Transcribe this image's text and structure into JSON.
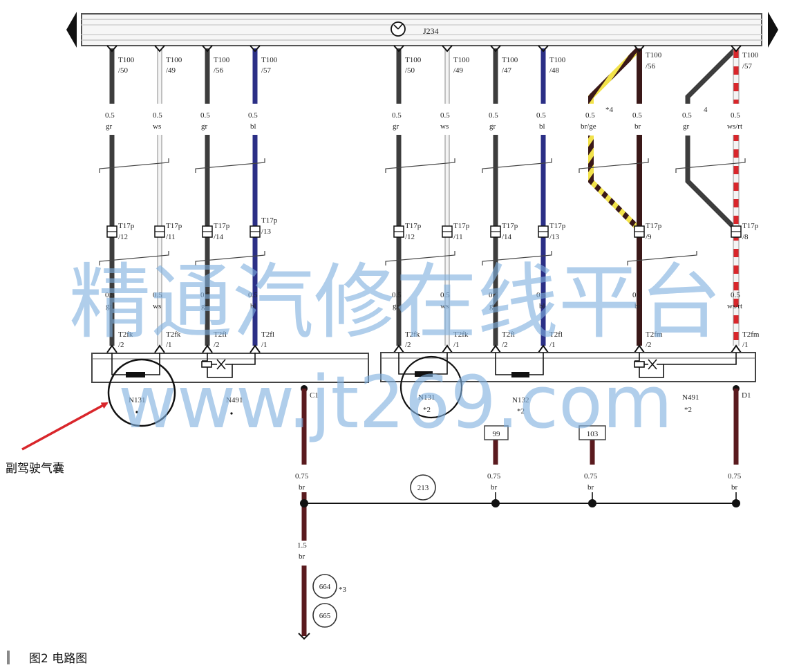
{
  "header": {
    "unit_label": "J234"
  },
  "wire_colors": {
    "gr": "#3d3d3d",
    "ws": "#f4f4f4",
    "bl": "#2b2f86",
    "br": "#3a1818",
    "ge": "#f2e24a",
    "rt": "#d9262b"
  },
  "left_group": {
    "wires": [
      {
        "pin_top": [
          "T100",
          "/50"
        ],
        "size": "0.5",
        "color": "gr",
        "pin_mid": [
          "T17p",
          "/12"
        ],
        "size2": "0.5",
        "color2": "gr",
        "pin_bot": [
          "T2fk",
          "/2"
        ]
      },
      {
        "pin_top": [
          "T100",
          "/49"
        ],
        "size": "0.5",
        "color": "ws",
        "pin_mid": [
          "T17p",
          "/11"
        ],
        "size2": "0.5",
        "color2": "ws",
        "pin_bot": [
          "T2fk",
          "/1"
        ]
      },
      {
        "pin_top": [
          "T100",
          "/56"
        ],
        "size": "0.5",
        "color": "gr",
        "pin_mid": [
          "T17p",
          "/14"
        ],
        "size2": "0.5",
        "color2": "gr",
        "pin_bot": [
          "T2fl",
          "/2"
        ]
      },
      {
        "pin_top": [
          "T100",
          "/57"
        ],
        "size": "0.5",
        "color": "bl",
        "pin_mid": [
          "T17p",
          "/13"
        ],
        "size2": "0.5",
        "color2": "bl",
        "pin_bot": [
          "T2fl",
          "/1"
        ]
      }
    ],
    "components": [
      "N131",
      "N491"
    ],
    "ground_point": "C1"
  },
  "right_group": {
    "wires": [
      {
        "pin_top": [
          "T100",
          "/50"
        ],
        "size": "0.5",
        "color": "gr",
        "pin_mid": [
          "T17p",
          "/12"
        ],
        "size2": "0.5",
        "color2": "gr",
        "pin_bot": [
          "T2fk",
          "/2"
        ]
      },
      {
        "pin_top": [
          "T100",
          "/49"
        ],
        "size": "0.5",
        "color": "ws",
        "pin_mid": [
          "T17p",
          "/11"
        ],
        "size2": "0.5",
        "color2": "ws",
        "pin_bot": [
          "T2fk",
          "/1"
        ]
      },
      {
        "pin_top": [
          "T100",
          "/47"
        ],
        "size": "0.5",
        "color": "gr",
        "pin_mid": [
          "T17p",
          "/14"
        ],
        "size2": "0.5",
        "color2": "gr",
        "pin_bot": [
          "T2fl",
          "/2"
        ]
      },
      {
        "pin_top": [
          "T100",
          "/48"
        ],
        "size": "0.5",
        "color": "bl",
        "pin_mid": [
          "T17p",
          "/13"
        ],
        "size2": "0.5",
        "color2": "bl",
        "pin_bot": [
          "T2fl",
          "/1"
        ]
      }
    ],
    "diag_wires": [
      {
        "size": "0.5",
        "color": "br/ge",
        "note": "*4"
      },
      {
        "size": "0.5",
        "color": "gr",
        "note": "4"
      }
    ],
    "br_wire": {
      "pin_top": [
        "T100",
        "/56"
      ],
      "size": "0.5",
      "color": "br",
      "pin_mid": [
        "T17p",
        "/9"
      ],
      "size2": "0.5",
      "color2": "br",
      "pin_bot": [
        "T2fm",
        "/2"
      ]
    },
    "wsrt_wire": {
      "pin_top": [
        "T100",
        "/57"
      ],
      "size": "0.5",
      "color": "ws/rt",
      "pin_mid": [
        "T17p",
        "/8"
      ],
      "size2": "0.5",
      "color2": "ws/rt",
      "pin_bot": [
        "T2fm",
        "/1"
      ]
    },
    "components": [
      {
        "name": "N131",
        "note": "*2"
      },
      {
        "name": "N132",
        "note": "*2"
      },
      {
        "name": "N491",
        "note": "*2"
      }
    ],
    "ground_point": "D1"
  },
  "refs": {
    "r99": "99",
    "r103": "103",
    "r213": "213",
    "r664": "664",
    "r664_note": "*3",
    "r665": "665"
  },
  "ground": {
    "drops": [
      {
        "size": "0.75",
        "color": "br"
      },
      {
        "size": "0.75",
        "color": "br"
      },
      {
        "size": "0.75",
        "color": "br"
      },
      {
        "size": "0.75",
        "color": "br"
      }
    ],
    "main": {
      "size": "1.5",
      "color": "br"
    }
  },
  "annotation": {
    "text": "副驾驶气囊"
  },
  "caption": {
    "text": "图2   电路图"
  },
  "watermark": {
    "line1": "精通汽修在线平台",
    "line2": "www.jt269.com"
  }
}
